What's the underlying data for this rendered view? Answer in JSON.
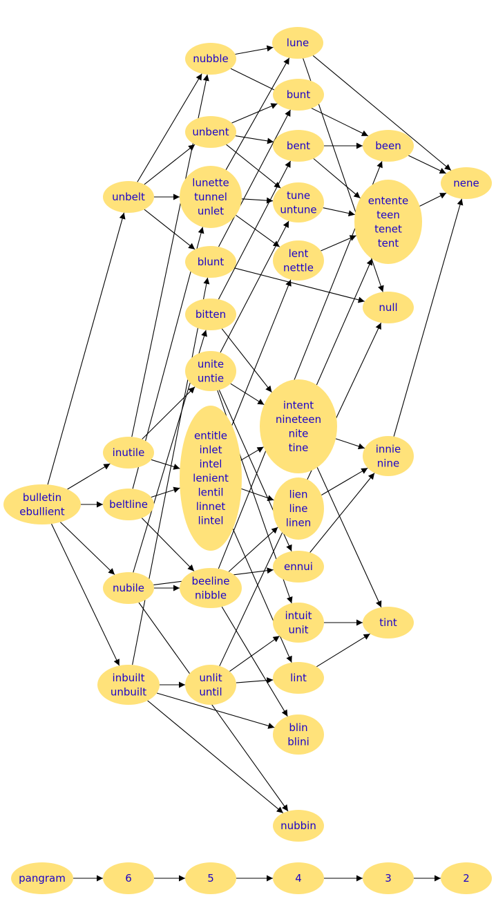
{
  "diagram": {
    "type": "directed-graph",
    "node_color": "#ffe27a",
    "label_color": "#1a00c8",
    "edge_color": "#000000",
    "nodes": [
      {
        "id": "bulletin",
        "lines": [
          "bulletin",
          "ebullient"
        ]
      },
      {
        "id": "nubble",
        "lines": [
          "nubble"
        ]
      },
      {
        "id": "lune",
        "lines": [
          "lune"
        ]
      },
      {
        "id": "bunt",
        "lines": [
          "bunt"
        ]
      },
      {
        "id": "unbent",
        "lines": [
          "unbent"
        ]
      },
      {
        "id": "bent",
        "lines": [
          "bent"
        ]
      },
      {
        "id": "been",
        "lines": [
          "been"
        ]
      },
      {
        "id": "nene",
        "lines": [
          "nene"
        ]
      },
      {
        "id": "unbelt",
        "lines": [
          "unbelt"
        ]
      },
      {
        "id": "lunette",
        "lines": [
          "lunette",
          "tunnel",
          "unlet"
        ]
      },
      {
        "id": "tune",
        "lines": [
          "tune",
          "untune"
        ]
      },
      {
        "id": "entente",
        "lines": [
          "entente",
          "teen",
          "tenet",
          "tent"
        ]
      },
      {
        "id": "blunt",
        "lines": [
          "blunt"
        ]
      },
      {
        "id": "lent",
        "lines": [
          "lent",
          "nettle"
        ]
      },
      {
        "id": "bitten",
        "lines": [
          "bitten"
        ]
      },
      {
        "id": "null",
        "lines": [
          "null"
        ]
      },
      {
        "id": "unite",
        "lines": [
          "unite",
          "untie"
        ]
      },
      {
        "id": "intent",
        "lines": [
          "intent",
          "nineteen",
          "nite",
          "tine"
        ]
      },
      {
        "id": "inutile",
        "lines": [
          "inutile"
        ]
      },
      {
        "id": "entitle",
        "lines": [
          "entitle",
          "inlet",
          "intel",
          "lenient",
          "lentil",
          "linnet",
          "lintel"
        ]
      },
      {
        "id": "innie",
        "lines": [
          "innie",
          "nine"
        ]
      },
      {
        "id": "beltline",
        "lines": [
          "beltline"
        ]
      },
      {
        "id": "lien",
        "lines": [
          "lien",
          "line",
          "linen"
        ]
      },
      {
        "id": "ennui",
        "lines": [
          "ennui"
        ]
      },
      {
        "id": "nubile",
        "lines": [
          "nubile"
        ]
      },
      {
        "id": "beeline",
        "lines": [
          "beeline",
          "nibble"
        ]
      },
      {
        "id": "intuit",
        "lines": [
          "intuit",
          "unit"
        ]
      },
      {
        "id": "tint",
        "lines": [
          "tint"
        ]
      },
      {
        "id": "inbuilt",
        "lines": [
          "inbuilt",
          "unbuilt"
        ]
      },
      {
        "id": "unlit",
        "lines": [
          "unlit",
          "until"
        ]
      },
      {
        "id": "lint",
        "lines": [
          "lint"
        ]
      },
      {
        "id": "blin",
        "lines": [
          "blin",
          "blini"
        ]
      },
      {
        "id": "nubbin",
        "lines": [
          "nubbin"
        ]
      },
      {
        "id": "pangram",
        "lines": [
          "pangram"
        ]
      },
      {
        "id": "n6",
        "lines": [
          "6"
        ]
      },
      {
        "id": "n5",
        "lines": [
          "5"
        ]
      },
      {
        "id": "n4",
        "lines": [
          "4"
        ]
      },
      {
        "id": "n3",
        "lines": [
          "3"
        ]
      },
      {
        "id": "n2",
        "lines": [
          "2"
        ]
      }
    ],
    "edges": [
      [
        "bulletin",
        "unbelt"
      ],
      [
        "bulletin",
        "inutile"
      ],
      [
        "bulletin",
        "beltline"
      ],
      [
        "bulletin",
        "nubile"
      ],
      [
        "bulletin",
        "inbuilt"
      ],
      [
        "nubble",
        "lune"
      ],
      [
        "nubble",
        "been"
      ],
      [
        "lune",
        "nene"
      ],
      [
        "lune",
        "null"
      ],
      [
        "unbent",
        "bunt"
      ],
      [
        "unbent",
        "bent"
      ],
      [
        "unbent",
        "tune"
      ],
      [
        "bent",
        "been"
      ],
      [
        "bent",
        "entente"
      ],
      [
        "been",
        "nene"
      ],
      [
        "entente",
        "nene"
      ],
      [
        "unbelt",
        "nubble"
      ],
      [
        "unbelt",
        "unbent"
      ],
      [
        "unbelt",
        "lunette"
      ],
      [
        "unbelt",
        "blunt"
      ],
      [
        "lunette",
        "lune"
      ],
      [
        "lunette",
        "tune"
      ],
      [
        "lunette",
        "lent"
      ],
      [
        "tune",
        "entente"
      ],
      [
        "lent",
        "entente"
      ],
      [
        "blunt",
        "bunt"
      ],
      [
        "blunt",
        "null"
      ],
      [
        "bitten",
        "bent"
      ],
      [
        "bitten",
        "intent"
      ],
      [
        "unite",
        "tune"
      ],
      [
        "unite",
        "intent"
      ],
      [
        "unite",
        "ennui"
      ],
      [
        "unite",
        "intuit"
      ],
      [
        "intent",
        "entente"
      ],
      [
        "intent",
        "innie"
      ],
      [
        "intent",
        "tint"
      ],
      [
        "innie",
        "nene"
      ],
      [
        "inutile",
        "unite"
      ],
      [
        "inutile",
        "entitle"
      ],
      [
        "inutile",
        "nubble"
      ],
      [
        "entitle",
        "intent"
      ],
      [
        "entitle",
        "lien"
      ],
      [
        "entitle",
        "lent"
      ],
      [
        "entitle",
        "lint"
      ],
      [
        "lien",
        "innie"
      ],
      [
        "ennui",
        "innie"
      ],
      [
        "beltline",
        "entitle"
      ],
      [
        "beltline",
        "beeline"
      ],
      [
        "beltline",
        "lunette"
      ],
      [
        "nubile",
        "beeline"
      ],
      [
        "nubile",
        "ennui"
      ],
      [
        "nubile",
        "bitten"
      ],
      [
        "nubile",
        "nubbin"
      ],
      [
        "beeline",
        "lien"
      ],
      [
        "beeline",
        "blin"
      ],
      [
        "beeline",
        "been"
      ],
      [
        "intuit",
        "tint"
      ],
      [
        "lint",
        "tint"
      ],
      [
        "inbuilt",
        "unlit"
      ],
      [
        "inbuilt",
        "blin"
      ],
      [
        "inbuilt",
        "nubbin"
      ],
      [
        "inbuilt",
        "blunt"
      ],
      [
        "unlit",
        "intuit"
      ],
      [
        "unlit",
        "lint"
      ],
      [
        "unlit",
        "null"
      ],
      [
        "pangram",
        "n6"
      ],
      [
        "n6",
        "n5"
      ],
      [
        "n5",
        "n4"
      ],
      [
        "n4",
        "n3"
      ],
      [
        "n3",
        "n2"
      ]
    ]
  }
}
